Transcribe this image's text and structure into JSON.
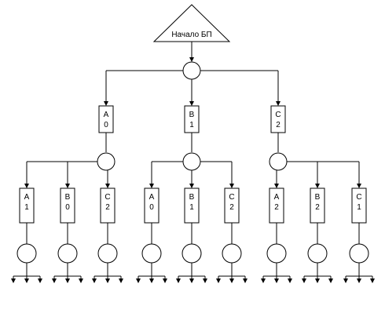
{
  "diagram": {
    "start_label": "Начало БП",
    "level1": [
      {
        "letter": "A",
        "index": "0"
      },
      {
        "letter": "B",
        "index": "1"
      },
      {
        "letter": "C",
        "index": "2"
      }
    ],
    "level2": [
      {
        "letter": "A",
        "index": "1"
      },
      {
        "letter": "B",
        "index": "0"
      },
      {
        "letter": "C",
        "index": "2"
      },
      {
        "letter": "A",
        "index": "0"
      },
      {
        "letter": "B",
        "index": "1"
      },
      {
        "letter": "C",
        "index": "2"
      },
      {
        "letter": "A",
        "index": "2"
      },
      {
        "letter": "B",
        "index": "2"
      },
      {
        "letter": "C",
        "index": "1"
      }
    ]
  }
}
